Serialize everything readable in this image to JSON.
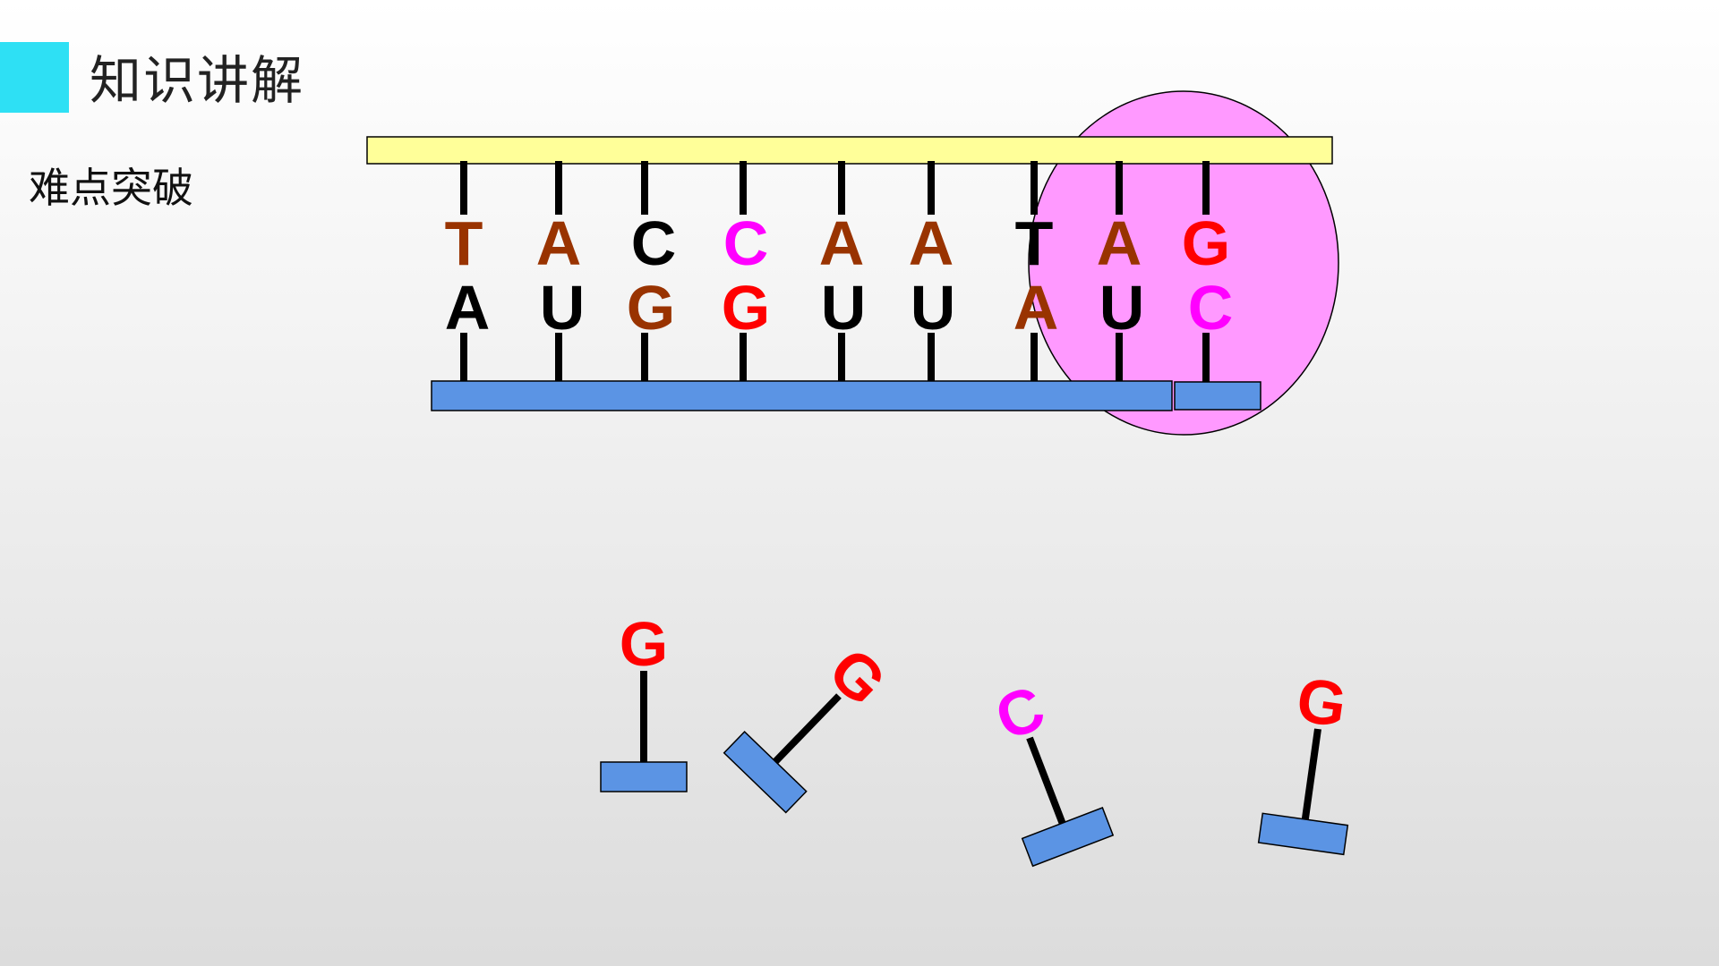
{
  "header": {
    "title": "知识讲解",
    "accent_color": "#2ee0f4"
  },
  "section": {
    "subtitle": "难点突破"
  },
  "colors": {
    "dna_strand": "#ffff99",
    "rna_strand": "#5b94e4",
    "rna_polymerase": "#ff99ff",
    "letter_colors": {
      "brown": "#993300",
      "black": "#000000",
      "magenta": "#ff00ff",
      "red": "#ff0000"
    }
  },
  "dna_template": [
    {
      "base": "T",
      "color": "#993300"
    },
    {
      "base": "A",
      "color": "#993300"
    },
    {
      "base": "C",
      "color": "#000000"
    },
    {
      "base": "C",
      "color": "#ff00ff"
    },
    {
      "base": "A",
      "color": "#993300"
    },
    {
      "base": "A",
      "color": "#993300"
    },
    {
      "base": "T",
      "color": "#000000"
    },
    {
      "base": "A",
      "color": "#993300"
    },
    {
      "base": "G",
      "color": "#ff0000"
    }
  ],
  "rna_transcript": [
    {
      "base": "A",
      "color": "#000000"
    },
    {
      "base": "U",
      "color": "#000000"
    },
    {
      "base": "G",
      "color": "#993300"
    },
    {
      "base": "G",
      "color": "#ff0000"
    },
    {
      "base": "U",
      "color": "#000000"
    },
    {
      "base": "U",
      "color": "#000000"
    },
    {
      "base": "A",
      "color": "#993300"
    },
    {
      "base": "U",
      "color": "#000000"
    },
    {
      "base": "C",
      "color": "#ff00ff"
    }
  ],
  "free_nucleotides": [
    {
      "base": "G",
      "color": "#ff0000"
    },
    {
      "base": "G",
      "color": "#ff0000"
    },
    {
      "base": "C",
      "color": "#ff00ff"
    },
    {
      "base": "G",
      "color": "#ff0000"
    }
  ]
}
